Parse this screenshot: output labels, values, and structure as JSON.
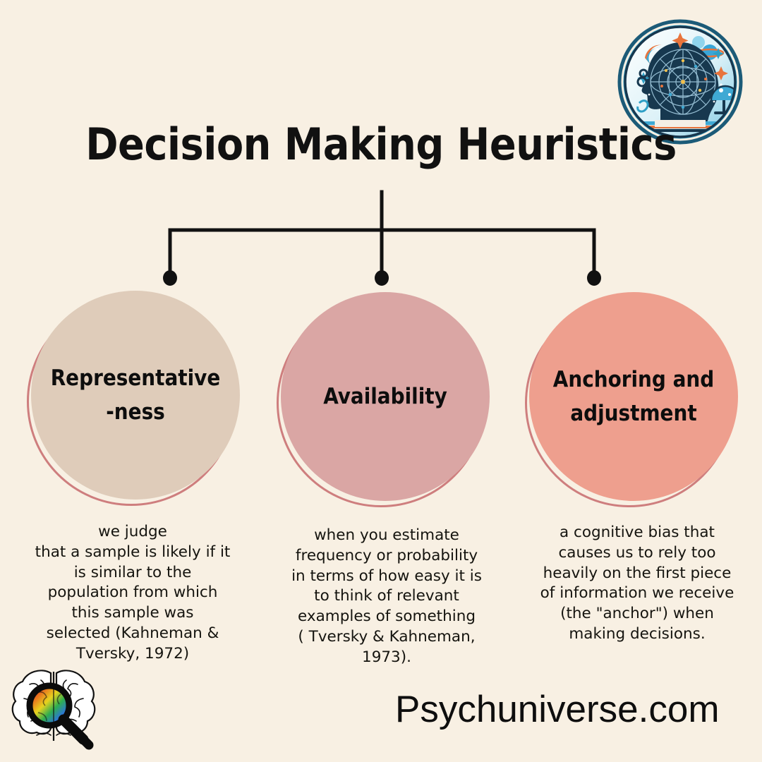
{
  "page": {
    "background_color": "#F8F0E3",
    "title": "Decision Making Heuristics",
    "brand": "Psychuniverse.com"
  },
  "logos": {
    "top_right": {
      "name": "psychuniverse-badge-logo",
      "description": "circular blue badge with a human head silhouette filled with a cosmic network, stars, planet and crescent"
    },
    "bottom_left": {
      "name": "brain-magnifier-logo",
      "description": "line-art brain with a magnifying glass revealing rainbow colors"
    }
  },
  "connector": {
    "stem_color": "#111111",
    "node_color": "#111111"
  },
  "nodes": [
    {
      "id": "representativeness",
      "label": "Representative\n-ness",
      "fill_color": "#DFCCBA",
      "ring_color": "#CE7E7E",
      "caption": "we judge\nthat a sample is likely if it\nis similar to the\npopulation from which\nthis sample was\nselected (Kahneman &\nTversky, 1972)"
    },
    {
      "id": "availability",
      "label": "Availability",
      "fill_color": "#DAA6A4",
      "ring_color": "#CE7E7E",
      "caption": "when you estimate\nfrequency or probability\nin terms of how easy it is\nto think of relevant\nexamples of something\n( Tversky & Kahneman,\n1973)."
    },
    {
      "id": "anchoring-and-adjustment",
      "label": "Anchoring and\nadjustment",
      "fill_color": "#EE9F8E",
      "ring_color": "#CE7E7E",
      "caption": "a cognitive bias that\ncauses us to rely too\nheavily on the first piece\nof information we receive\n(the \"anchor\") when\nmaking decisions."
    }
  ]
}
